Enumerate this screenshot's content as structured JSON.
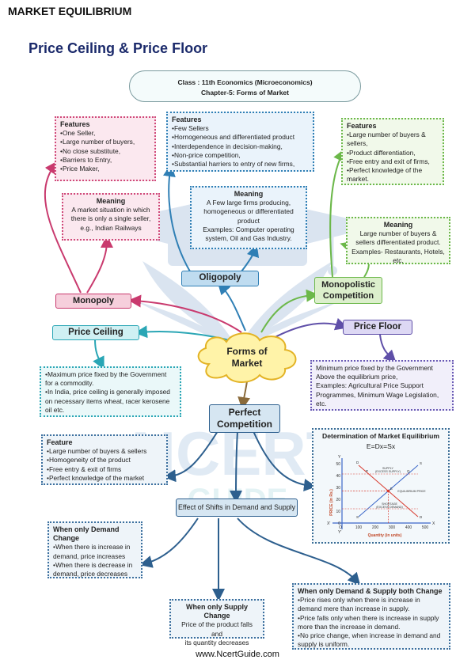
{
  "header": "MARKET EQUILIBRIUM",
  "title": "Price Ceiling & Price Floor",
  "class_info": {
    "line1": "Class : 11th Economics (Microeconomics)",
    "line2": "Chapter-5: Forms of Market"
  },
  "center_node": {
    "line1": "Forms of",
    "line2": "Market"
  },
  "monopoly": {
    "label": "Monopoly",
    "features_title": "Features",
    "features": [
      "One Seller,",
      "Large number of buyers,",
      "No close substitute,",
      "Barriers to Entry,",
      "Price Maker,"
    ],
    "meaning_title": "Meaning",
    "meaning_lines": [
      "A market situation in which",
      "there is only a single seller,",
      "e.g., Indian Railways"
    ]
  },
  "oligopoly": {
    "label": "Oligopoly",
    "features_title": "Features",
    "features": [
      "Few Sellers",
      "Hornogeneous and differentiated product",
      "Interdependence in decision-making,",
      "Non-price competition,",
      "Substantial harriers to entry of new firms,"
    ],
    "meaning_title": "Meaning",
    "meaning_lines": [
      "A Few large firms producing,",
      "homogeneous or differentiated",
      "product",
      "Examples: Computer operating",
      "system, Oil and Gas Industry."
    ]
  },
  "monopolistic": {
    "label_line1": "Monopolistic",
    "label_line2": "Competition",
    "features_title": "Features",
    "features": [
      "Large number of buyers & sellers,",
      "Product differentiation,",
      "Free entry and exit of firms,",
      "Perfect knowledge of the market."
    ],
    "meaning_title": "Meaning",
    "meaning_lines": [
      "Large number of buyers &",
      "sellers differentiated product.",
      "Examples- Restaurants, Hotels,",
      "etc."
    ]
  },
  "price_ceiling": {
    "label": "Price Ceiling",
    "points": [
      "Maximum price fixed by the Government for a commodity.",
      "In India, price ceiling is generally imposed on necessary items wheat, racer kerosene oil etc."
    ]
  },
  "price_floor": {
    "label": "Price Floor",
    "lines": [
      "Minimum price fixed by the Government",
      "Above the equilibrium price,",
      "Examples: Agricultural Price Support",
      "Programmes, Minimum Wage Legislation,",
      "etc."
    ]
  },
  "perfect": {
    "label_line1": "Perfect",
    "label_line2": "Competition",
    "feature_title": "Feature",
    "features": [
      "Large number of buyers & sellers",
      "Homogeneity of the product",
      "Free entry & exit of firms",
      "Perfect knowledge of the market"
    ]
  },
  "equilibrium": {
    "title": "Determination of Market Equilibrium",
    "equation": "E=Dx=Sx",
    "y_label": "PRICE (in Rs.)",
    "x_label": "Quantity (in units)",
    "y_ticks": [
      "50",
      "40",
      "30",
      "20",
      "10",
      "0"
    ],
    "x_ticks": [
      "100",
      "200",
      "300",
      "400",
      "500"
    ],
    "origin": "O",
    "x_axis": "X",
    "x_axis_neg": "X'",
    "y_axis": "Y",
    "y_axis_neg": "Y'",
    "supply_label": "SUPPLY",
    "excess_supply": "(EXCESS SUPPLY)",
    "eq_label": "EQUILIBRIUM PRICE",
    "shortage_label": "SHORTAGE",
    "excess_demand": "(EXCESS DEMAND)",
    "point_labels": [
      "D",
      "S",
      "P",
      "Q",
      "E",
      "S",
      "D"
    ],
    "colors": {
      "demand": "#d83b2f",
      "supply": "#3a66c8",
      "guide": "#d83b2f"
    }
  },
  "effect_shifts": "Effect of Shifts in Demand and Supply",
  "demand_change": {
    "title_line1": "When only Demand",
    "title_line2": "Change",
    "points": [
      "When there is increase in demand, price increases",
      "When there is decrease in demand, price decreases"
    ]
  },
  "supply_change": {
    "title": "When only Supply Change",
    "lines": [
      "Price of the product falls and",
      "its quantity decreases"
    ]
  },
  "both_change": {
    "title": "When only Demand & Supply both Change",
    "points": [
      "Price rises only when there is increase in demand mere than increase in supply.",
      "Price falls only when there is increase in supply more than the increase in demand.",
      "No price change, when increase in demand and supply is uniform."
    ]
  },
  "watermark": {
    "line1": "NCERT",
    "line2": "GUIDE"
  },
  "footer": "www.NcertGuide.com"
}
